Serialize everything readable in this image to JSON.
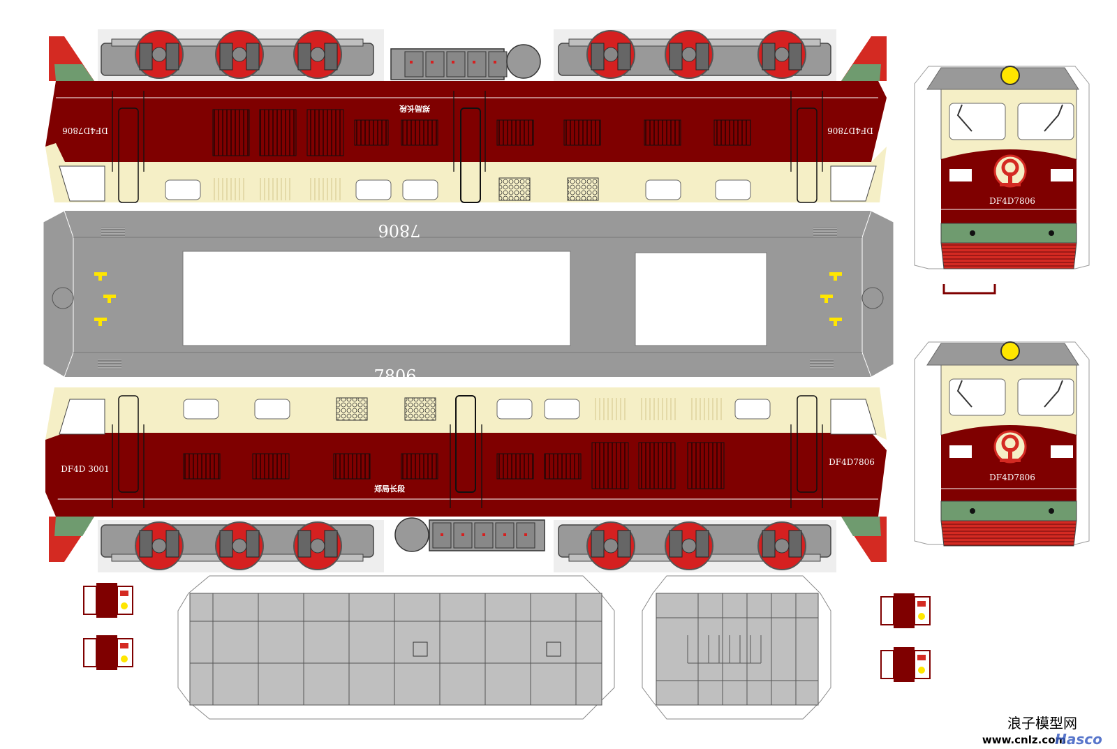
{
  "model": {
    "number": "7806",
    "side_top_left": "DF4D7806",
    "side_top_right": "DF4D7806",
    "side_bottom_left": "DF4D 3001",
    "side_bottom_right": "DF4D7806",
    "depot_top": "郑局长段",
    "depot_bottom": "郑局长段",
    "front_a_label": "DF4D7806",
    "front_b_label": "DF4D7806"
  },
  "watermark": {
    "site_name": "浪子模型网",
    "site_url": "www.cnlz.com",
    "logo_text": "Hasco"
  },
  "colors": {
    "body_red": "#7f0000",
    "body_cream": "#f5efc6",
    "roof_gray": "#999999",
    "light_gray": "#bfbfbf",
    "nose_green": "#6f9b6f",
    "nose_red": "#d42a22",
    "wheel_red": "#d52020",
    "lamp_yellow": "#ffe600"
  }
}
